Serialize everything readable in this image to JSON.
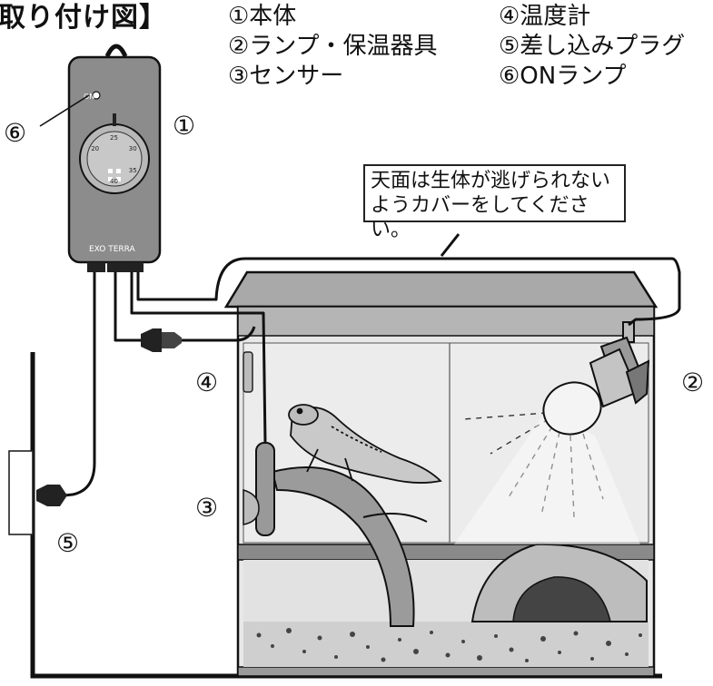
{
  "title": "取り付け図】",
  "legend": [
    "①本体",
    "②ランプ・保温器具",
    "③センサー",
    "④温度計",
    "⑤差し込みプラグ",
    "⑥ONランプ"
  ],
  "markers": {
    "m1": "①",
    "m2": "②",
    "m3": "③",
    "m4": "④",
    "m5": "⑤",
    "m6": "⑥"
  },
  "controller": {
    "on_label": "ON",
    "brand": "EXO TERRA",
    "dial_ticks": [
      "20",
      "25",
      "30",
      "35",
      "40"
    ]
  },
  "callout": {
    "line1": "天面は生体が逃げられない",
    "line2": "ようカバーをしてください。"
  },
  "colors": {
    "line": "#111111",
    "body_gray": "#8c8c8c",
    "tank_gray": "#a9a9a9",
    "glass": "#e6e6e6"
  }
}
